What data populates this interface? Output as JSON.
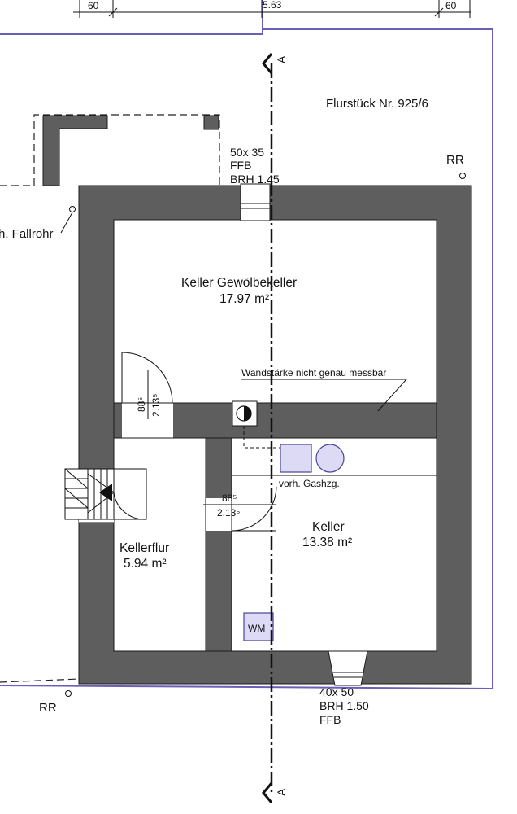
{
  "top_dimensions": {
    "left": "60",
    "middle": "5.63",
    "right": "60"
  },
  "section_marker": {
    "top": "A",
    "bottom": "A"
  },
  "parcel_label": "Flurstück Nr. 925/6",
  "downpipe_labels": {
    "top_right": "RR",
    "bottom_left": "RR",
    "left": "h. Fallrohr"
  },
  "window_top": {
    "size": "50x 35",
    "ffb": "FFB",
    "brh": "BRH 1.45"
  },
  "window_bottom": {
    "size": "40x 50",
    "brh": "BRH 1.50",
    "ffb": "FFB"
  },
  "rooms": {
    "gewoelbekeller": {
      "name": "Keller Gewölbekeller",
      "area": "17.97 m²"
    },
    "kellerflur": {
      "name": "Kellerflur",
      "area": "5.94 m²"
    },
    "keller": {
      "name": "Keller",
      "area": "13.38 m²"
    }
  },
  "wall_note": "Wandstärke nicht genau messbar",
  "door_upper": {
    "width": "88⁵",
    "height": "2.13⁵"
  },
  "door_lower": {
    "width": "88⁵",
    "height": "2.13⁵"
  },
  "gas_heating_label": "vorh. Gashzg.",
  "washer_label": "WM",
  "colors": {
    "wall": "#5e5e5e",
    "boundary": "#6a5fb8",
    "appliance_fill": "#dcdaf5",
    "appliance_stroke": "#4b4499",
    "line": "#111111"
  }
}
